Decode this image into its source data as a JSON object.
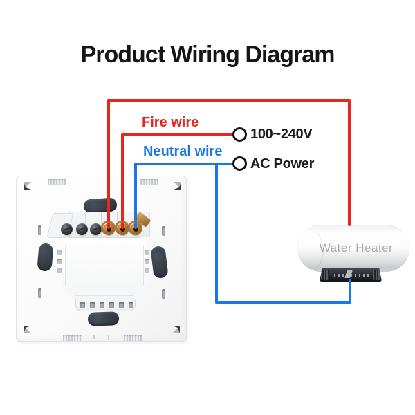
{
  "title": "Product Wiring Diagram",
  "wire_labels": {
    "fire": "Fire wire",
    "neutral": "Neutral wire"
  },
  "power_source": {
    "voltage": "100~240V",
    "name": "AC Power"
  },
  "heater": {
    "label": "Water Heater"
  },
  "colors": {
    "fire_wire": "#e4271f",
    "neutral_wire": "#1a77e6",
    "title_text": "#161616",
    "heater_text": "#a8abaf",
    "power_circle_stroke": "#121212",
    "slot_dark": "#363c44",
    "terminal_brass": "#a86f2d"
  },
  "diagram": {
    "type": "wiring",
    "nodes": [
      {
        "id": "switch",
        "kind": "smart-switch-rear-panel",
        "terminals": 6
      },
      {
        "id": "power",
        "kind": "ac-power-source",
        "labels": [
          "100~240V",
          "AC Power"
        ]
      },
      {
        "id": "heater",
        "kind": "water-heater",
        "label": "Water Heater"
      }
    ],
    "edges": [
      {
        "name": "fire-wire",
        "color": "#e4271f",
        "from": "switch-live-terminal",
        "to": "power-live"
      },
      {
        "name": "load-wire",
        "color": "#e4271f",
        "from": "switch-load-terminal",
        "to": "heater-top-inlet"
      },
      {
        "name": "neutral-wire",
        "color": "#1a77e6",
        "from": "switch-neutral-terminal",
        "to": "power-neutral",
        "branch_to": "heater-bottom-panel"
      }
    ]
  }
}
